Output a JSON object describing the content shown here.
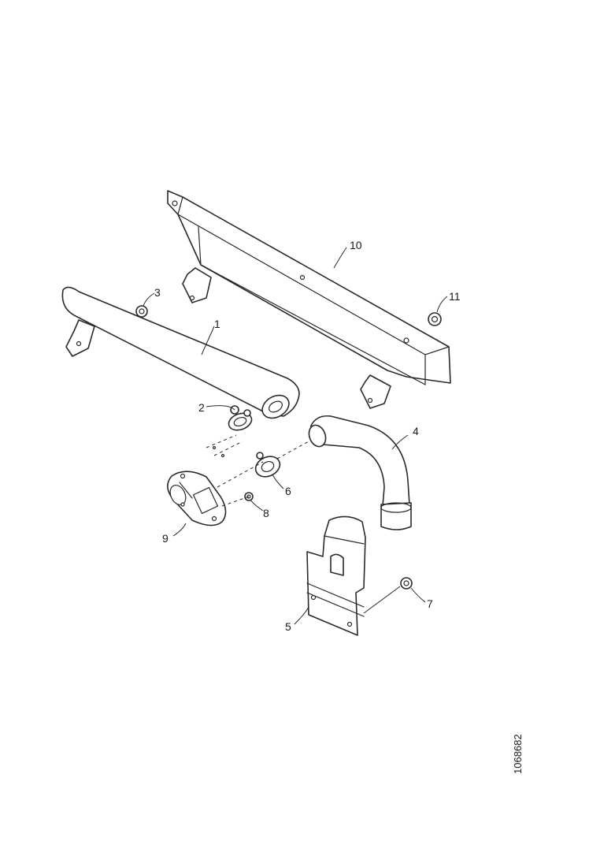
{
  "document_id": "1068682",
  "parts": {
    "tailpipe": "1",
    "clamp_upper": "2",
    "nut_upper": "3",
    "exhaust_elbow": "4",
    "heat_shield": "5",
    "clamp_lower": "6",
    "nut_lower": "7",
    "washer": "8",
    "gasket": "9",
    "support_bracket": "10",
    "bracket_nut": "11"
  }
}
